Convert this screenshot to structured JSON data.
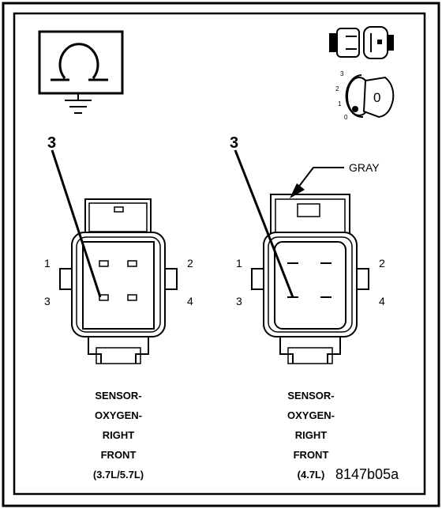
{
  "figure_id": "8147b05a",
  "ignition": {
    "positions": [
      "3",
      "2",
      "1",
      "0"
    ],
    "key_label": "0"
  },
  "left": {
    "callout": "3",
    "pins": [
      "1",
      "2",
      "3",
      "4"
    ],
    "caption": [
      "SENSOR-",
      "OXYGEN-",
      "RIGHT",
      "FRONT",
      "(3.7L/5.7L)"
    ]
  },
  "right": {
    "callout": "3",
    "wire_color": "GRAY",
    "pins": [
      "1",
      "2",
      "3",
      "4"
    ],
    "caption": [
      "SENSOR-",
      "OXYGEN-",
      "RIGHT",
      "FRONT",
      "(4.7L)"
    ]
  }
}
